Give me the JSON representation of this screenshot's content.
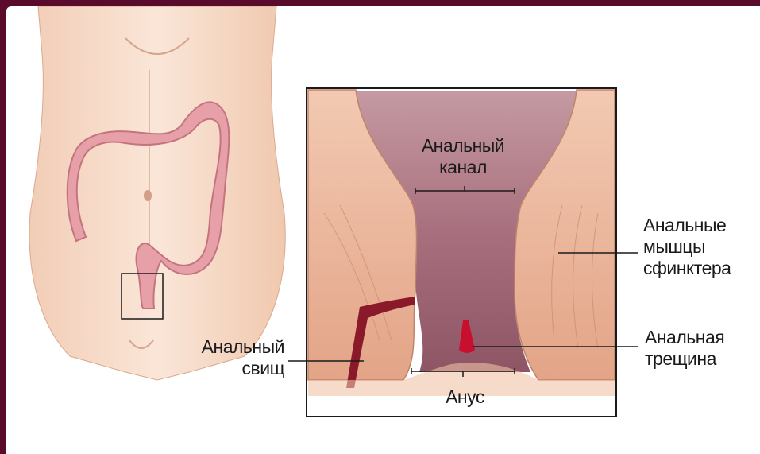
{
  "labels": {
    "anal_canal": [
      "Анальный",
      "канал"
    ],
    "sphincter_muscles": [
      "Анальные",
      "мышцы",
      "сфинктера"
    ],
    "anal_fissure": [
      "Анальная",
      "трещина"
    ],
    "anal_fistula": [
      "Анальный",
      "свищ"
    ],
    "anus": "Анус"
  },
  "colors": {
    "border": "#5a0a2a",
    "skin": "#f5d7c2",
    "colon": "#e8a0a8",
    "muscle": "#e9b096",
    "canal": "#a86a78",
    "fissure": "#c8102e"
  }
}
